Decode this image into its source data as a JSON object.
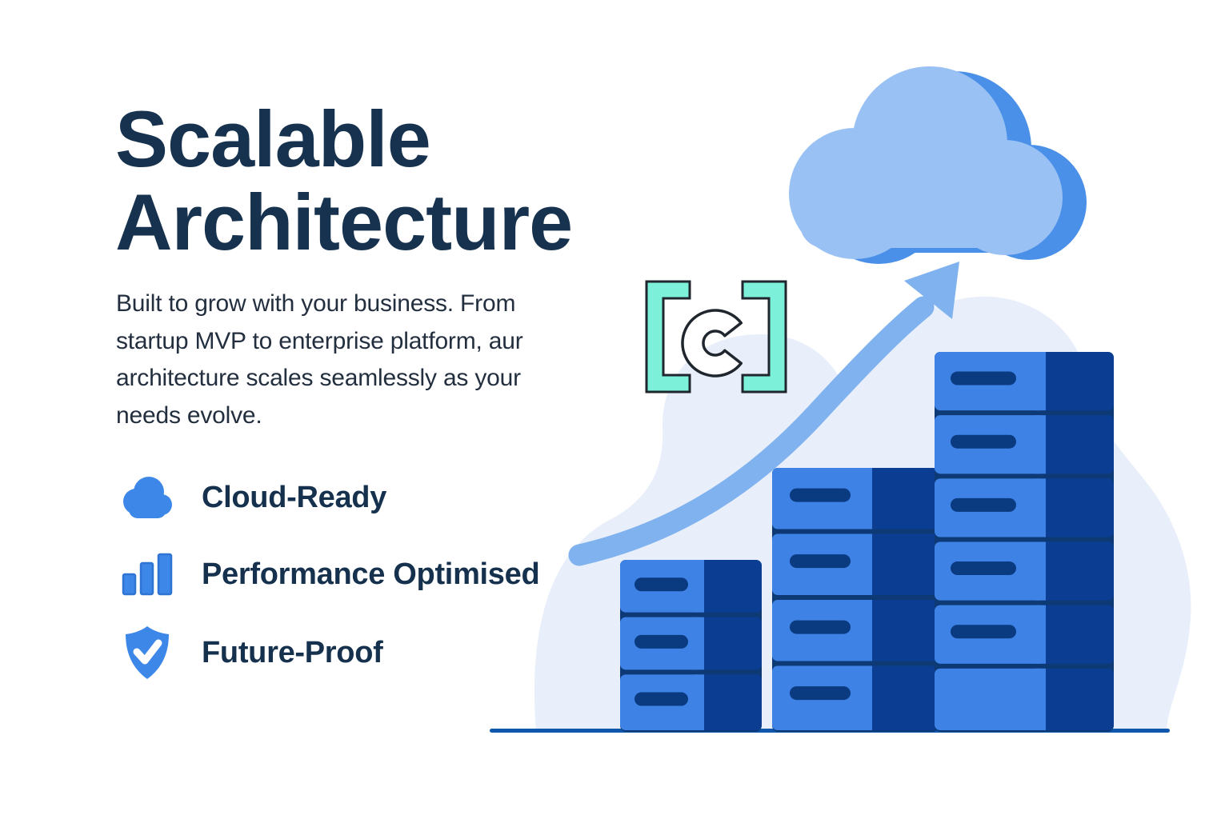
{
  "headline": {
    "title": "Scalable Architecture",
    "line1": "Scalable",
    "line2": "Architecture"
  },
  "description": "Built to grow with your business. From\nstartup MVP to enterprise platform, aur\narchitecture scales seamlessly as your\nneeds evolve.",
  "features": [
    {
      "icon": "cloud-icon",
      "label": "Cloud-Ready"
    },
    {
      "icon": "bar-chart-icon",
      "label": "Performance Optimised"
    },
    {
      "icon": "shield-check-icon",
      "label": "Future-Proof"
    }
  ],
  "logo": {
    "text": "[c]"
  },
  "illustration": {
    "cloud": true,
    "growth_arrow": "up-right toward cloud",
    "baseline": true,
    "stacks": [
      {
        "name": "small",
        "blocks": 3,
        "slotted_blocks": 3
      },
      {
        "name": "medium",
        "blocks": 4,
        "slotted_blocks": 4
      },
      {
        "name": "large",
        "blocks": 6,
        "slotted_blocks": 5
      }
    ]
  },
  "colors": {
    "heading": "#17324e",
    "body_text": "#232f3f",
    "feature_icon_blue": "#3d87e8",
    "feature_icon_blue_dark": "#2f74d2",
    "stack_front": "#3e82e6",
    "stack_side": "#0b3e92",
    "stack_slot": "#0a3a80",
    "stack_gap": "#0d3a75",
    "baseline": "#0f57ac",
    "arrow": "#7fb2ef",
    "cloud_light": "#99c1f4",
    "cloud_dark": "#4a90e8",
    "blob": "#e9effa",
    "logo_mint": "#7df0da",
    "logo_outline": "#20262e",
    "check_white": "#ffffff"
  }
}
